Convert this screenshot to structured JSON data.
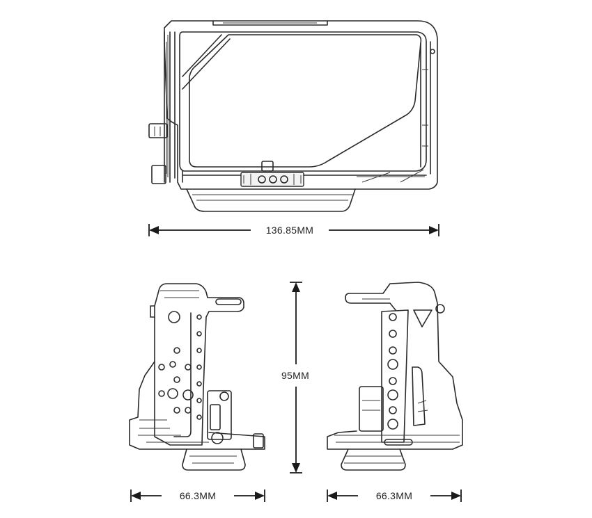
{
  "dimensions": {
    "width_top": "136.85MM",
    "height_side": "95MM",
    "depth_left": "66.3MM",
    "depth_right": "66.3MM"
  },
  "colors": {
    "line": "#2a2a2a",
    "background": "#ffffff"
  }
}
